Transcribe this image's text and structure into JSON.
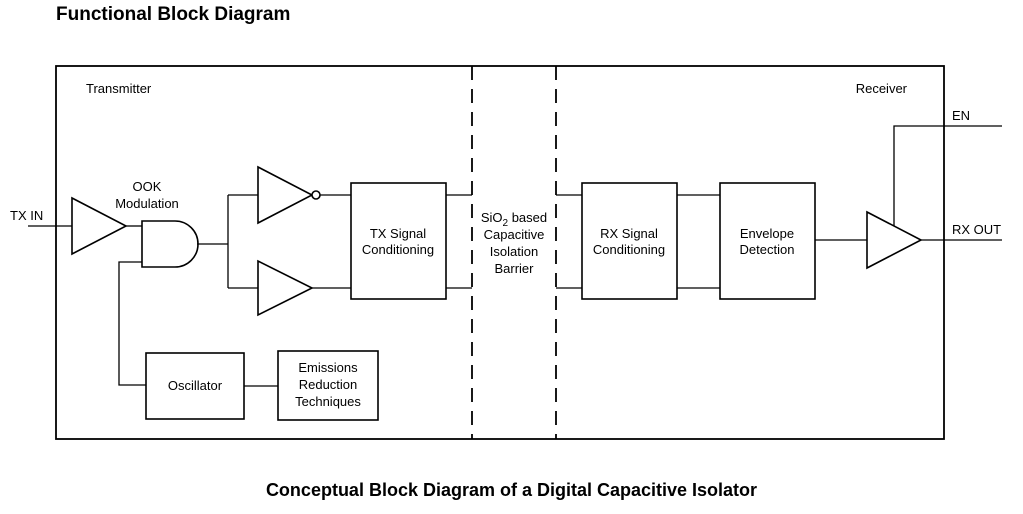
{
  "title": "Functional Block Diagram",
  "caption": "Conceptual Block Diagram of a Digital Capacitive Isolator",
  "sections": {
    "transmitter": "Transmitter",
    "receiver": "Receiver"
  },
  "signals": {
    "tx_in": "TX IN",
    "rx_out": "RX OUT",
    "en": "EN"
  },
  "blocks": {
    "ook_line1": "OOK",
    "ook_line2": "Modulation",
    "tx_cond_line1": "TX Signal",
    "tx_cond_line2": "Conditioning",
    "barrier_line1_main": "SiO",
    "barrier_line1_sub": "2",
    "barrier_line1_rest": " based",
    "barrier_line2": "Capacitive",
    "barrier_line3": "Isolation",
    "barrier_line4": "Barrier",
    "rx_cond_line1": "RX Signal",
    "rx_cond_line2": "Conditioning",
    "env_line1": "Envelope",
    "env_line2": "Detection",
    "oscillator": "Oscillator",
    "emis_line1": "Emissions",
    "emis_line2": "Reduction",
    "emis_line3": "Techniques"
  }
}
